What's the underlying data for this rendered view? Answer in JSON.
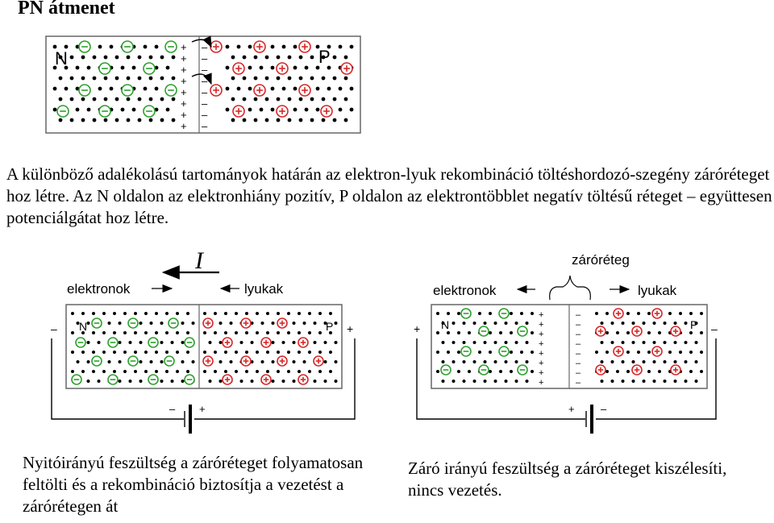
{
  "title": "PN átmenet",
  "description": "A különböző adalékolású tartományok határán az elektron-lyuk rekombináció töltéshordozó-szegény záróréteget hoz létre. Az N oldalon az elektronhiány pozitív, P oldalon az elektrontöbblet negatív töltésű réteget – együttesen potenciálgátat hoz létre.",
  "top_diagram": {
    "n_label": "N",
    "p_label": "P",
    "positive_sign": "+",
    "negative_sign": "–"
  },
  "left_diagram": {
    "current_label": "I",
    "electrons_label": "elektronok",
    "holes_label": "lyukak",
    "n_label": "N",
    "p_label": "P",
    "left_terminal": "–",
    "right_terminal": "+",
    "battery_minus": "–",
    "battery_plus": "+",
    "caption": "Nyitóirányú feszültség a záróréteget folyamatosan feltölti és a rekombináció biztosítja a vezetést a zárórétegen át"
  },
  "right_diagram": {
    "depletion_label": "záróréteg",
    "electrons_label": "elektronok",
    "holes_label": "lyukak",
    "n_label": "N",
    "p_label": "P",
    "left_terminal": "+",
    "right_terminal": "–",
    "battery_minus": "–",
    "battery_plus": "+",
    "caption": "Záró irányú feszültség a záróréteget kiszélesíti, nincs vezetés."
  },
  "colors": {
    "electron": "#2ca02c",
    "hole": "#d62728",
    "line": "#000000",
    "box_border": "#666666"
  },
  "icons": {
    "electron": "circled-minus-icon",
    "hole": "circled-plus-icon",
    "battery": "battery-icon",
    "arrow": "arrow-icon"
  }
}
